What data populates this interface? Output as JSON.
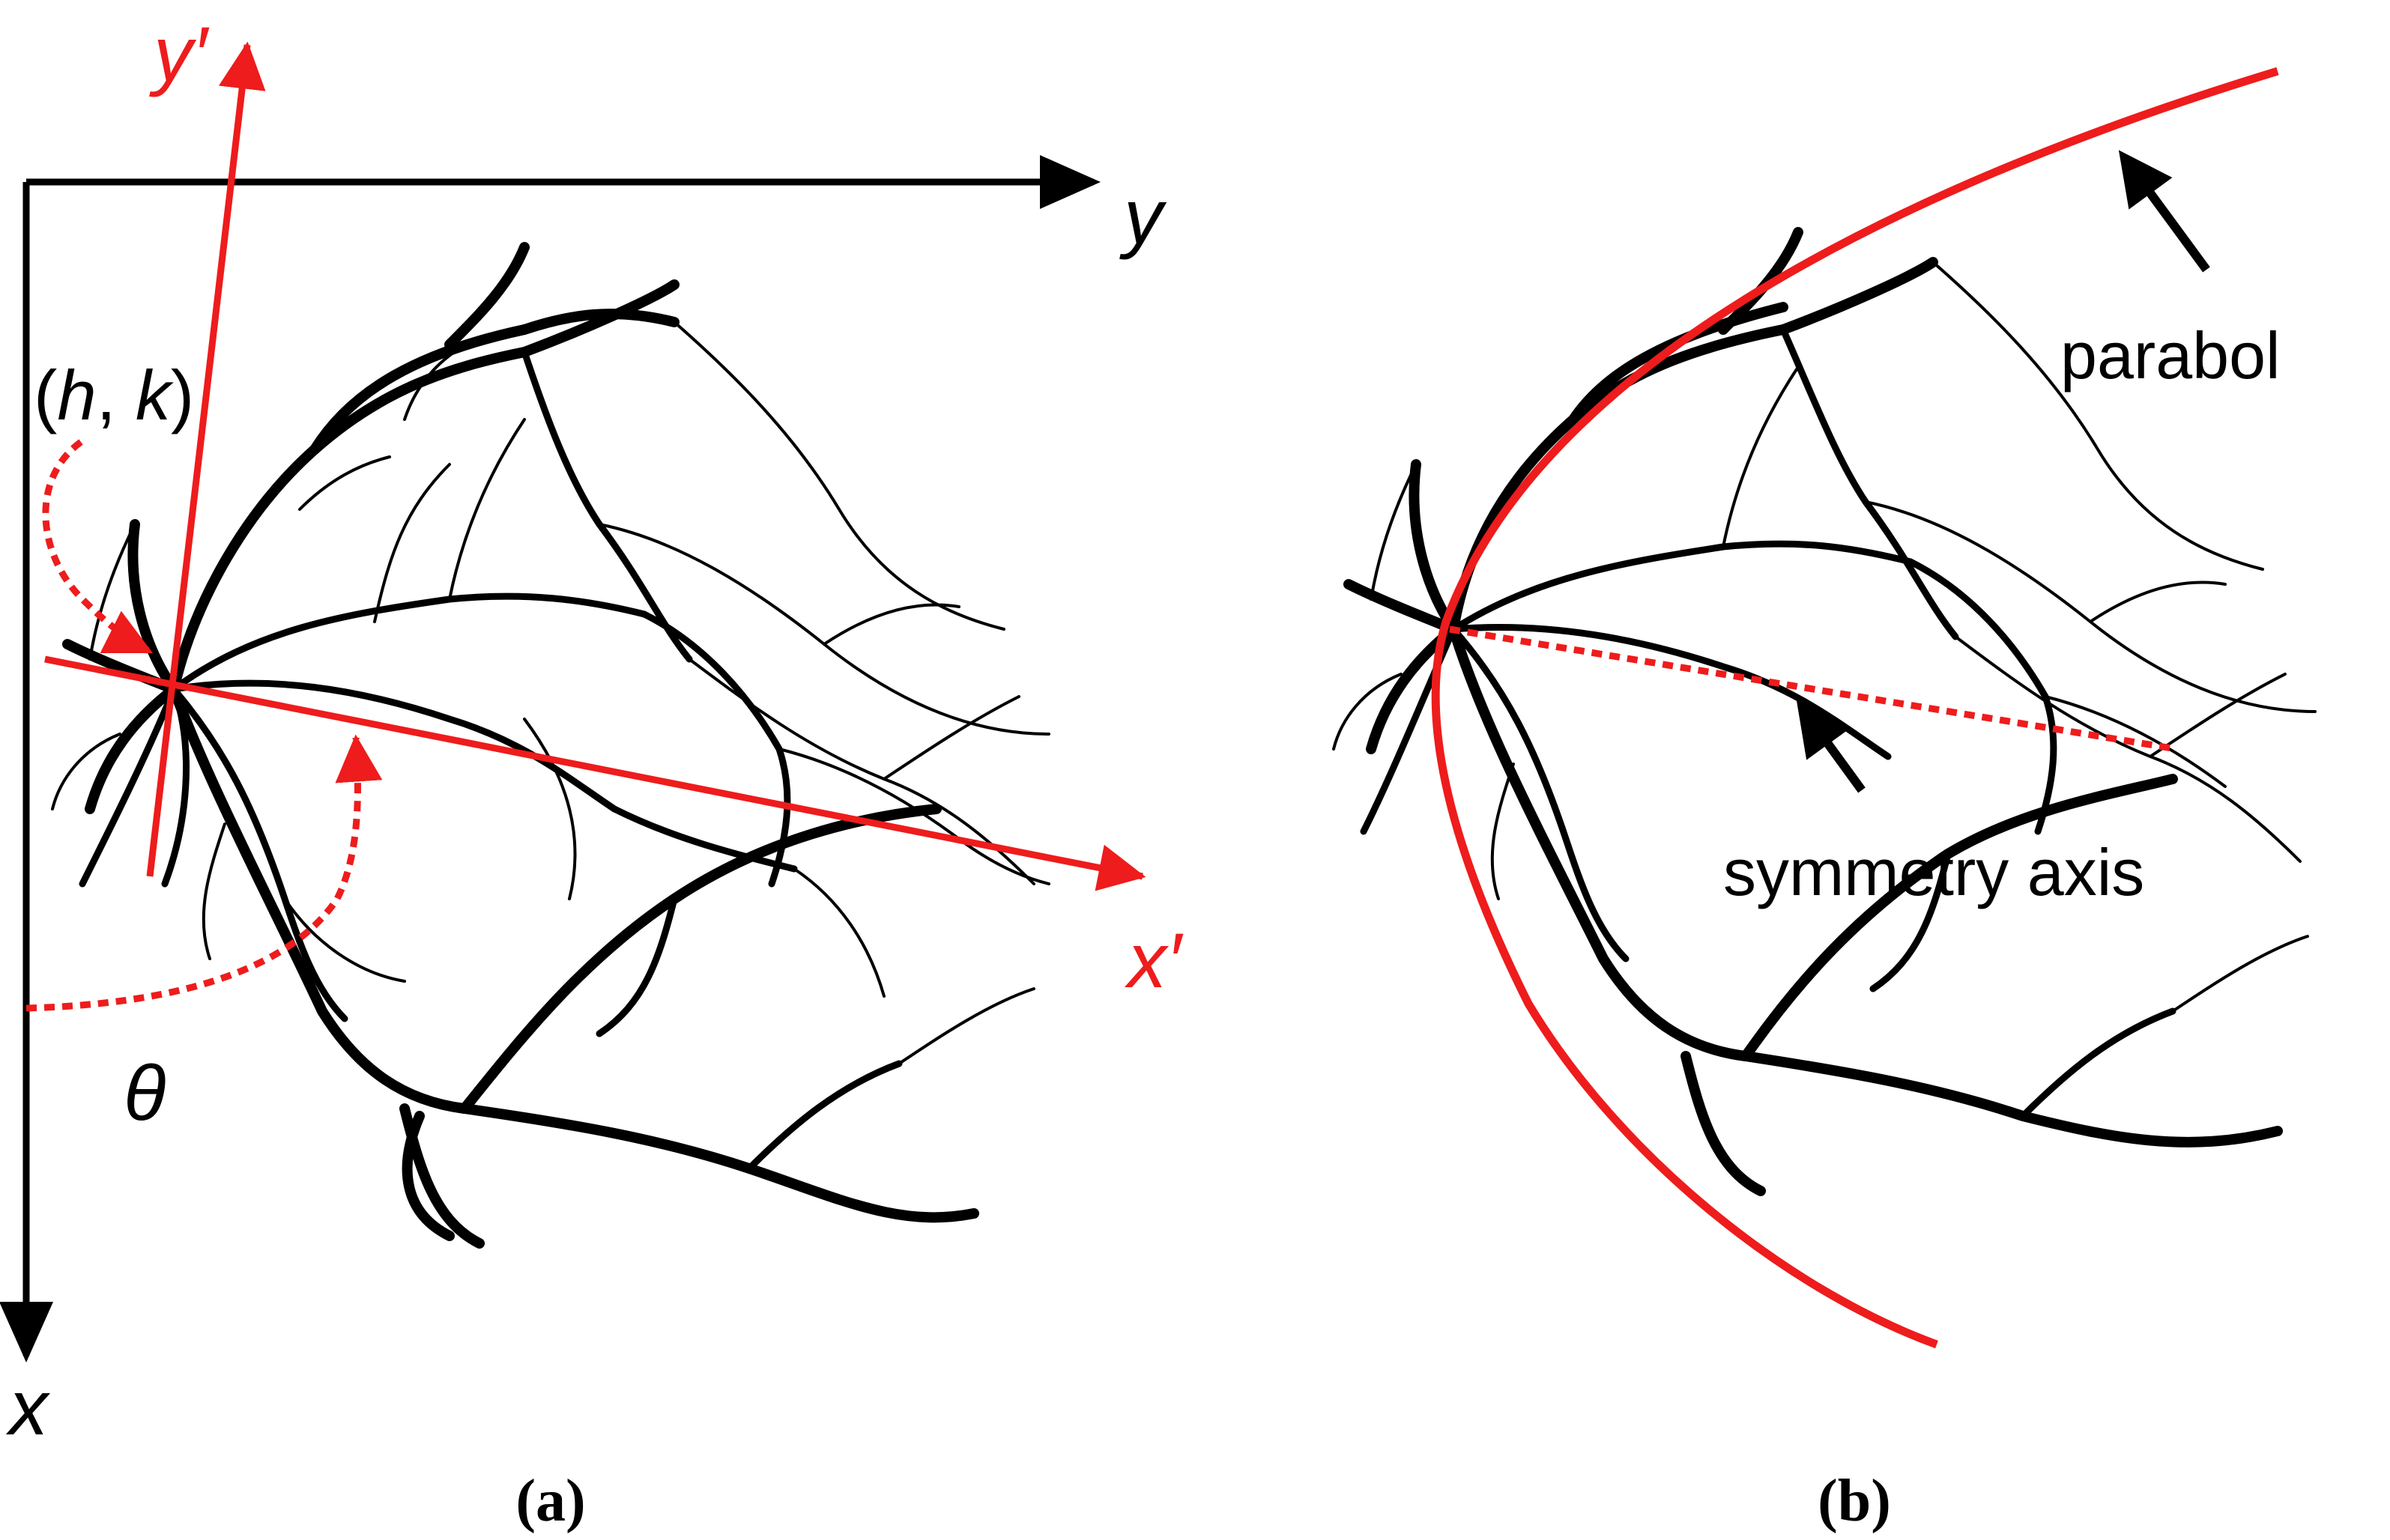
{
  "panel_a": {
    "caption_letter": "a",
    "axis_x_label": "x",
    "axis_y_label": "y",
    "axis_x_prime_label": "x′",
    "axis_y_prime_label": "y′",
    "origin_label": {
      "open": "(",
      "h": "h",
      "sep": ", ",
      "k": "k",
      "close": ")"
    },
    "angle_label": "θ"
  },
  "panel_b": {
    "caption_letter": "b",
    "parabola_label": "parabol",
    "symmetry_axis_label": "symmetry axis"
  },
  "colors": {
    "accent_red": "#ee1c1c",
    "vessel": "#000000",
    "background": "#ffffff"
  }
}
